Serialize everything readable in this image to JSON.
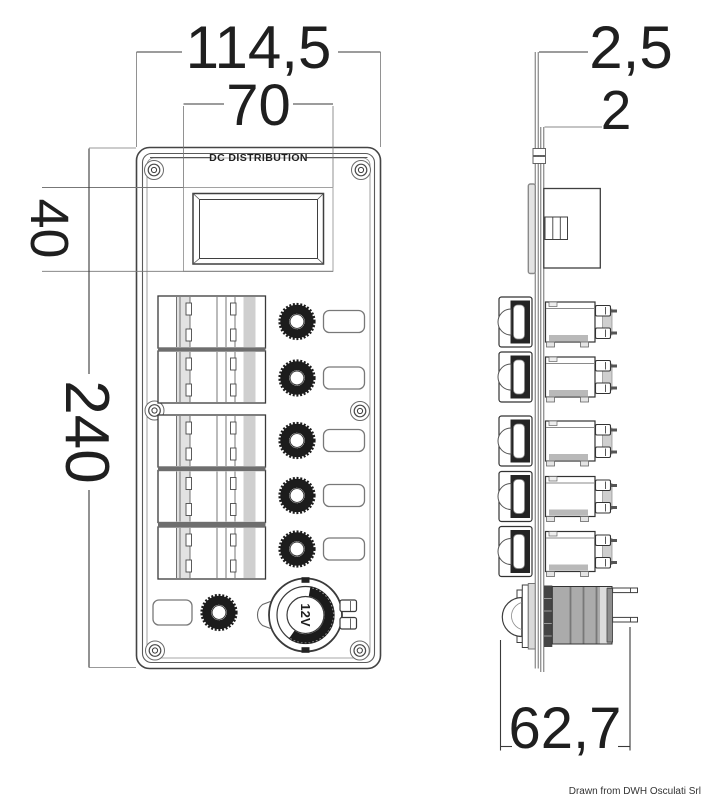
{
  "front_view": {
    "header_label": "DC DISTRIBUTION",
    "socket_label": "12V",
    "dim_width": "114,5",
    "dim_display_width": "70",
    "dim_display_height": "40",
    "dim_height": "240"
  },
  "side_view": {
    "dim_front_thickness": "2,5",
    "dim_plate_thickness": "2",
    "dim_depth": "62,7"
  },
  "footer": {
    "credit": "Drawn from DWH Osculati Srl"
  },
  "colors": {
    "background": "#ffffff",
    "line": "#3b3b3b",
    "thin_line": "#777777",
    "knurl_dark": "#1c1c1c",
    "shade_gray": "#c6c6c6"
  }
}
